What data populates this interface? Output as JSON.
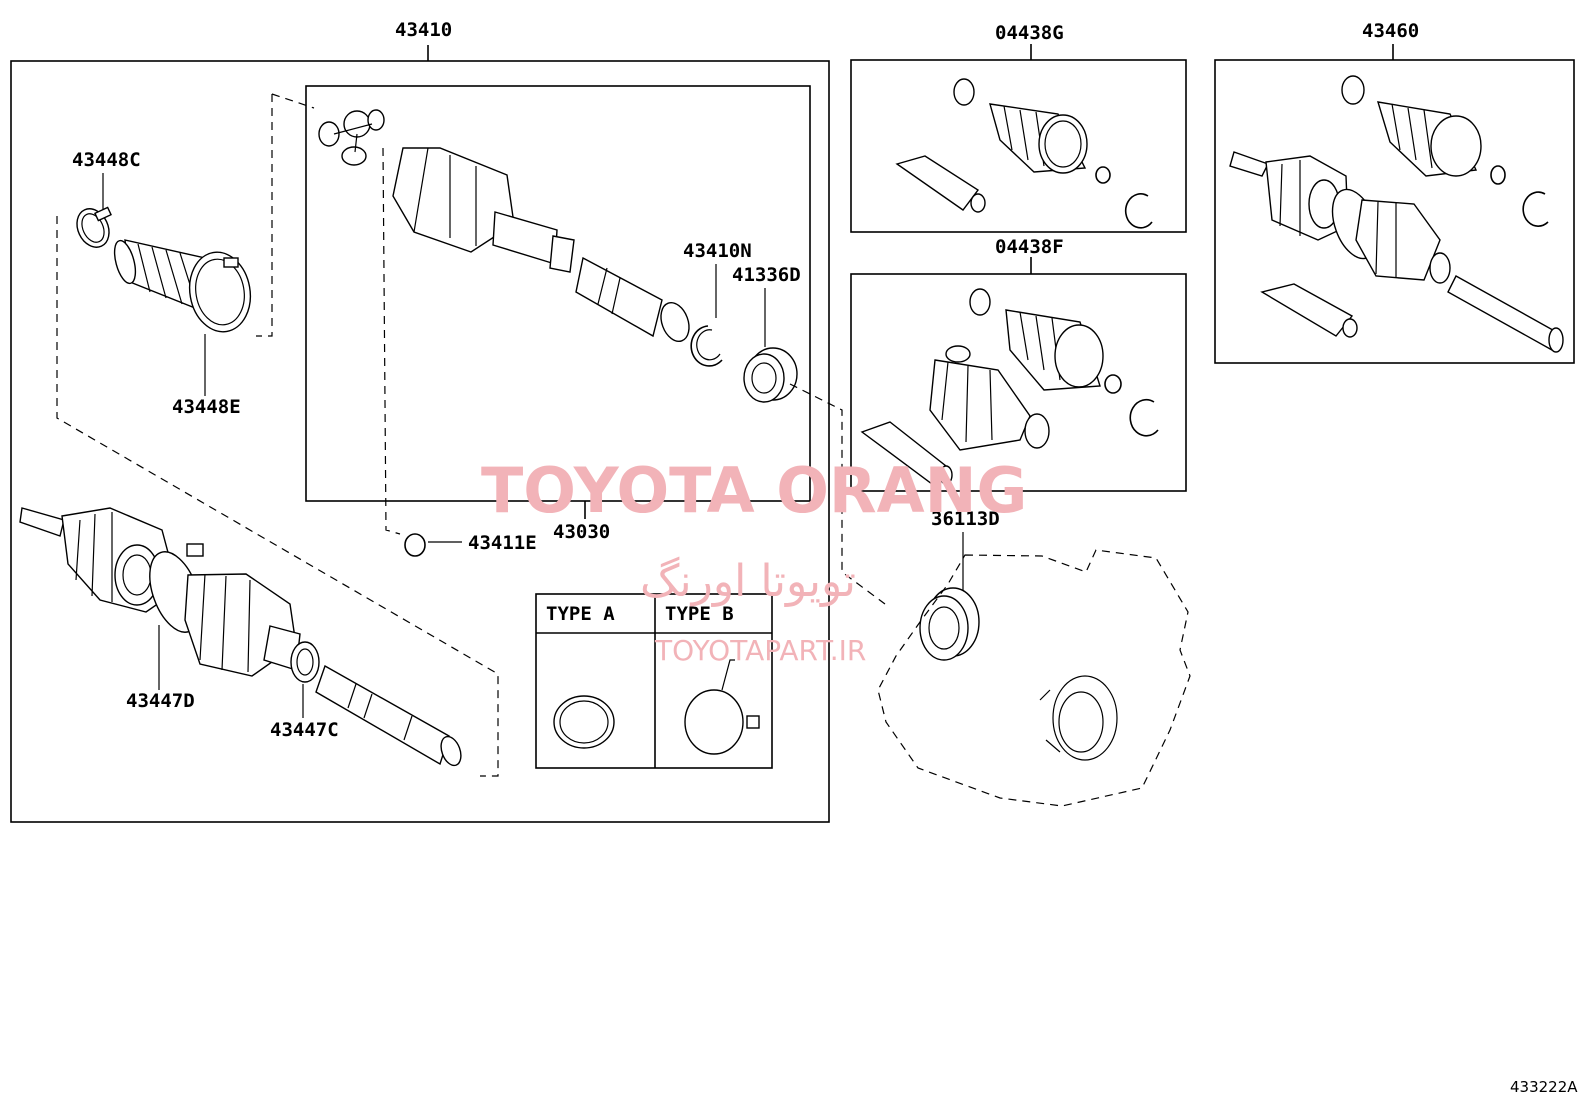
{
  "labels": {
    "assembly_main": "43410",
    "kit_g": "04438G",
    "kit_f": "04438F",
    "assembly_right": "43460",
    "clamp_c": "43448C",
    "boot_e": "43448E",
    "circlip_n": "43410N",
    "seal_d": "41336D",
    "snap_e": "43411E",
    "inboard_joint": "43030",
    "boot_d": "43447D",
    "clamp_c2": "43447C",
    "oil_seal": "36113D",
    "type_a": "TYPE A",
    "type_b": "TYPE B",
    "figure_id": "433222A"
  },
  "watermark": {
    "brand": "TOYOTA ORANG",
    "farsi": "تویوتا اورنگ",
    "url": "TOYOTAPART.IR",
    "color": "#f2b3b8"
  }
}
